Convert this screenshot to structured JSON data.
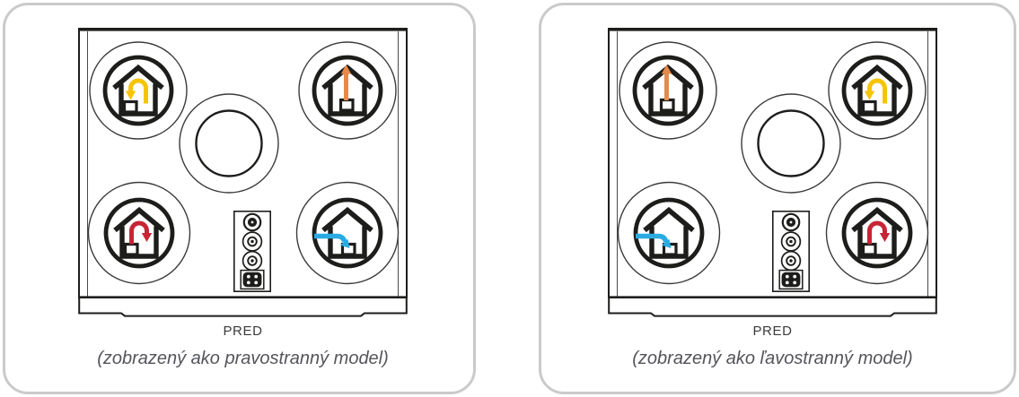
{
  "colors": {
    "yellow": "#F6C400",
    "orange": "#E58A4B",
    "red": "#C72536",
    "blue": "#29ABE2",
    "line_art": "#1D1D1B",
    "card_border": "#C9CACB",
    "label_text": "#3A3A3C",
    "caption_text": "#54555A"
  },
  "panels": [
    {
      "front_label": "PRED",
      "caption": "(zobrazený ako pravostranný model)",
      "burners": {
        "rear_left": "house-u-turn-left-yellow",
        "rear_right": "house-arrow-up-orange",
        "front_left": "house-u-turn-right-red",
        "front_right": "house-arrow-in-blue"
      }
    },
    {
      "front_label": "PRED",
      "caption": "(zobrazený ako ľavostranný model)",
      "burners": {
        "rear_left": "house-arrow-up-orange",
        "rear_right": "house-u-turn-left-yellow",
        "front_left": "house-arrow-in-blue",
        "front_right": "house-u-turn-right-red"
      }
    }
  ]
}
